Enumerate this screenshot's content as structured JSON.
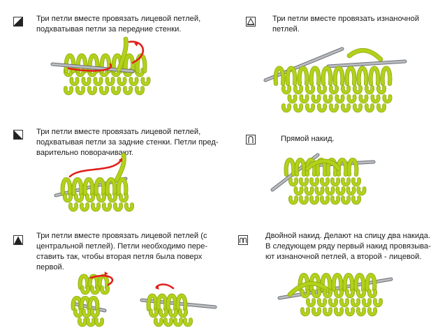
{
  "colors": {
    "yarn": "#b3d11a",
    "yarn_shade": "#8aa80e",
    "needle": "#b9bcc0",
    "needle_edge": "#6d7074",
    "arrow": "#e0201b",
    "text": "#1a1a1a"
  },
  "entries": [
    {
      "id": "k3tog-front",
      "symbol": "k3tog-front-icon",
      "lines": [
        "Три петли вместе провязать лицевой петлей,",
        "подхватывая петли за передние стенки."
      ]
    },
    {
      "id": "p3tog",
      "symbol": "p3tog-icon",
      "lines": [
        "Три петли вместе провязать изнаночной",
        "петлей."
      ]
    },
    {
      "id": "k3tog-back",
      "symbol": "k3tog-back-icon",
      "lines": [
        "Три петли вместе провязать лицевой петлей,",
        "подхватывая петли за задние стенки. Петли пред-",
        "варительно поворачивают."
      ]
    },
    {
      "id": "yarn-over",
      "symbol": "yarn-over-icon",
      "lines": [
        "Прямой накид."
      ]
    },
    {
      "id": "k3tog-central",
      "symbol": "k3tog-central-icon",
      "lines": [
        "Три петли вместе провязать лицевой петлей (с",
        "центральной петлей). Петли необходимо пере-",
        "ставить так, чтобы вторая петля была поверх",
        "первой."
      ]
    },
    {
      "id": "double-yarn-over",
      "symbol": "double-yarn-over-icon",
      "lines": [
        "Двойной накид. Делают на спицу два накида.",
        "В следующем ряду первый накид провязыва-",
        "ют изнаночной петлей, а второй - лицевой."
      ]
    }
  ]
}
